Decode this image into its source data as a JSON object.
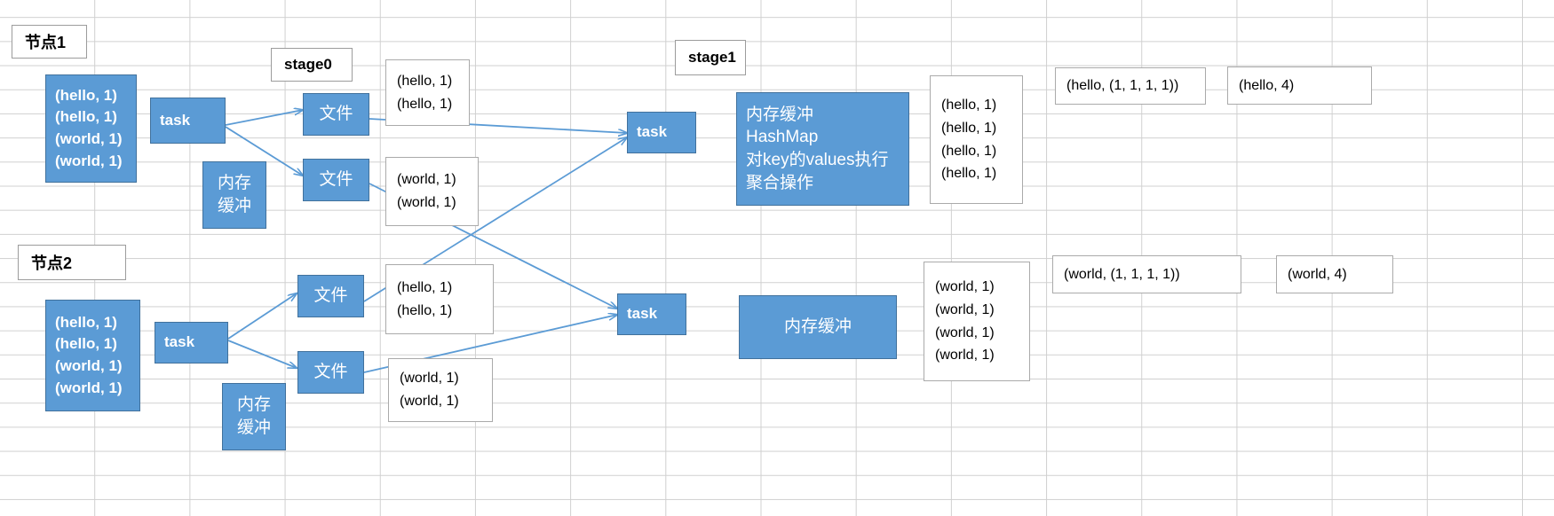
{
  "diagram": {
    "title": "Spark shuffle stage0 / stage1 word count diagram",
    "colors": {
      "box_fill": "#5B9BD5",
      "box_border": "#41719C",
      "arrow": "#5B9BD5",
      "grid_line": "#d0d0d0",
      "callout_border": "#aaaaaa"
    }
  },
  "labels": {
    "node1": "节点1",
    "node2": "节点2",
    "stage0": "stage0",
    "stage1": "stage1"
  },
  "node1": {
    "input": [
      "(hello, 1)",
      "(hello, 1)",
      "(world, 1)",
      "(world, 1)"
    ],
    "task": "task",
    "mem_buffer": [
      "内存",
      "缓冲"
    ],
    "file_top": "文件",
    "file_bottom": "文件",
    "file_top_contents": [
      "(hello, 1)",
      "(hello, 1)"
    ],
    "file_bottom_contents": [
      "(world, 1)",
      "(world, 1)"
    ]
  },
  "node2": {
    "input": [
      "(hello, 1)",
      "(hello, 1)",
      "(world, 1)",
      "(world, 1)"
    ],
    "task": "task",
    "mem_buffer": [
      "内存",
      "缓冲"
    ],
    "file_top": "文件",
    "file_bottom": "文件",
    "file_top_contents": [
      "(hello, 1)",
      "(hello, 1)"
    ],
    "file_bottom_contents": [
      "(world, 1)",
      "(world, 1)"
    ]
  },
  "stage1": {
    "task_top": "task",
    "task_bottom": "task",
    "mem_top": [
      "内存缓冲",
      "HashMap",
      "对key的values执行",
      "聚合操作"
    ],
    "mem_bottom": [
      "内存缓冲"
    ],
    "collected_top": [
      "(hello, 1)",
      "(hello, 1)",
      "(hello, 1)",
      "(hello, 1)"
    ],
    "collected_bottom": [
      "(world, 1)",
      "(world, 1)",
      "(world, 1)",
      "(world, 1)"
    ],
    "grouped_top": "(hello, (1, 1, 1, 1))",
    "grouped_bottom": "(world, (1, 1, 1, 1))",
    "result_top": "(hello, 4)",
    "result_bottom": "(world, 4)"
  }
}
